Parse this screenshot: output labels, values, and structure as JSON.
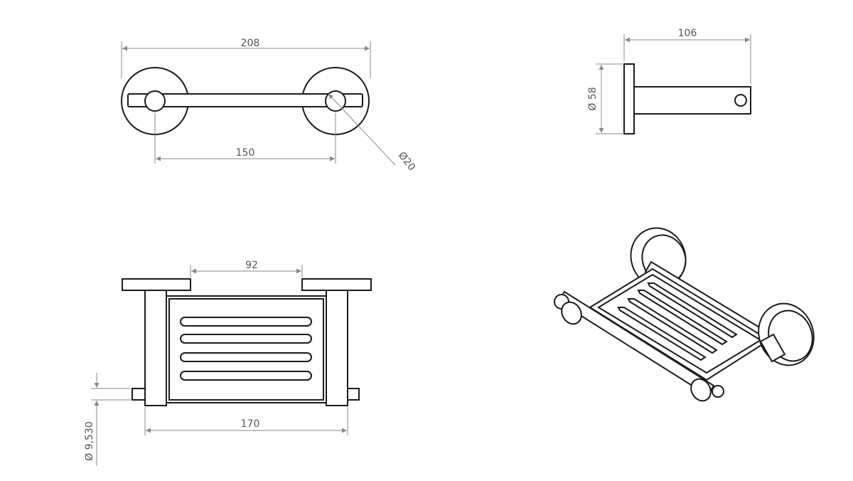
{
  "drawing": {
    "top_view": {
      "overall_width_label": "208",
      "centers_label": "150",
      "pin_diameter_label": "Ø20"
    },
    "side_view": {
      "depth_label": "106",
      "plate_diameter_label": "Ø 58"
    },
    "front_view": {
      "inner_width_label": "92",
      "frame_width_label": "170",
      "rod_diameter_label": "Ø 9,530"
    }
  },
  "colors": {
    "line": "#1a1a1a",
    "dimension": "#8a8a8a",
    "text": "#555555",
    "background": "#ffffff"
  }
}
